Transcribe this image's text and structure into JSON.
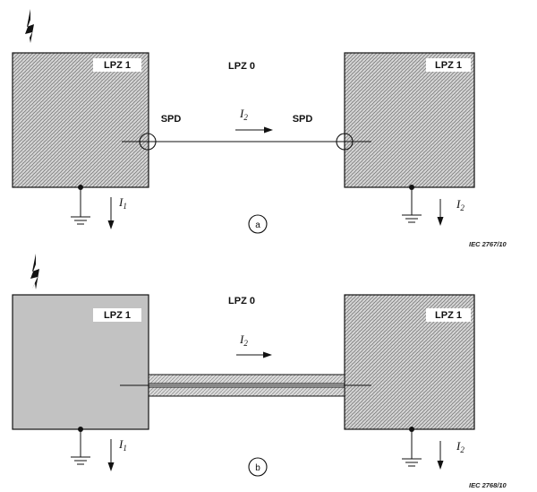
{
  "diagram_a": {
    "left_zone_label": "LPZ 1",
    "right_zone_label": "LPZ 1",
    "outer_zone_label": "LPZ 0",
    "spd_left_label": "SPD",
    "spd_right_label": "SPD",
    "current_line_symbol": "I",
    "current_line_sub": "2",
    "current_left_symbol": "I",
    "current_left_sub": "1",
    "current_right_symbol": "I",
    "current_right_sub": "2",
    "marker": "a",
    "reference": "IEC  2767/10"
  },
  "diagram_b": {
    "left_zone_label": "LPZ 1",
    "right_zone_label": "LPZ 1",
    "outer_zone_label": "LPZ 0",
    "current_line_symbol": "I",
    "current_line_sub": "2",
    "current_left_symbol": "I",
    "current_left_sub": "1",
    "current_right_symbol": "I",
    "current_right_sub": "2",
    "marker": "b",
    "reference": "IEC  2768/10"
  },
  "colors": {
    "ink": "#111111",
    "hatch_fill": "#c8c8c8",
    "solid_fill": "#c2c2c2"
  },
  "icons": [
    "lightning-icon",
    "ground-icon",
    "arrow-icon",
    "spd-circle-icon"
  ]
}
